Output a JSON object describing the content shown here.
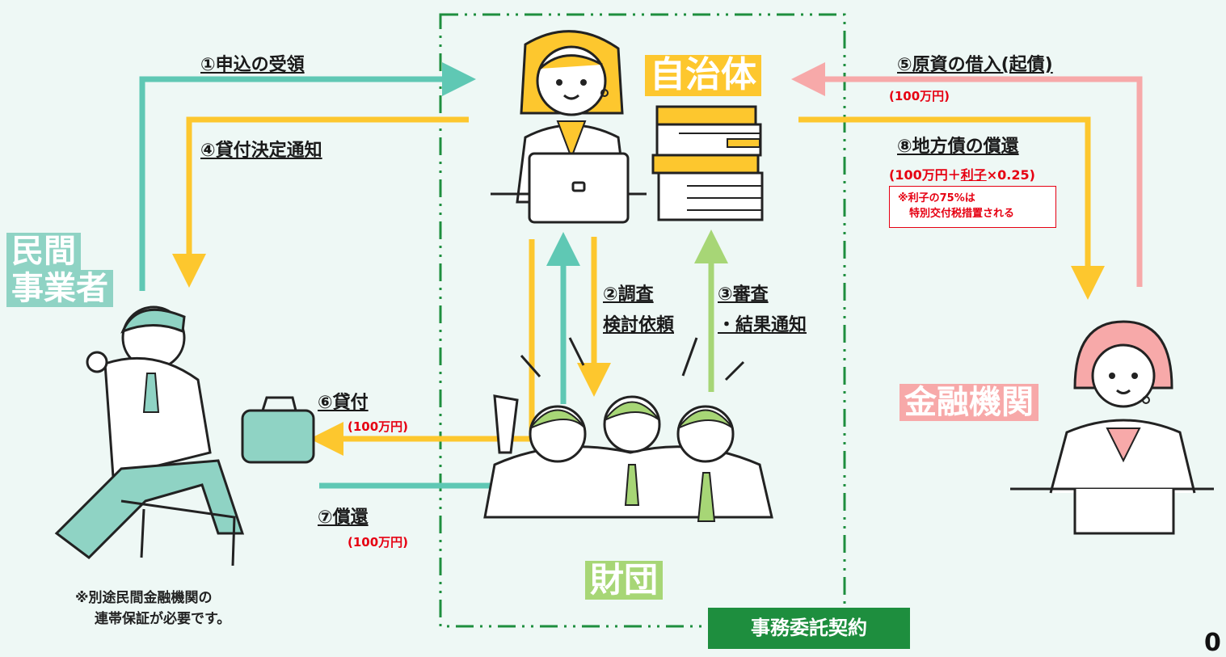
{
  "colors": {
    "background": "#eef8f5",
    "teal": "#5fc8b4",
    "yellow": "#fdc72e",
    "pink": "#f7a9a9",
    "light_green": "#a7d676",
    "frame_green": "#1e8e3e",
    "red_text": "#e60012"
  },
  "entities": {
    "municipality": "自治体",
    "private_business": [
      "民間",
      "事業者"
    ],
    "financial_institution": "金融機関",
    "foundation": "財団"
  },
  "steps": {
    "s1": "①申込の受領",
    "s2": [
      "②調査",
      "検討依頼"
    ],
    "s3": [
      "③審査",
      "・結果通知"
    ],
    "s4": "④貸付決定通知",
    "s5": "⑤原資の借入(起債)",
    "s5_amount": "(100万円)",
    "s6": "⑥貸付",
    "s6_amount": "(100万円)",
    "s7": "⑦償還",
    "s7_amount": "(100万円)",
    "s8": "⑧地方債の償還",
    "s8_amount_a": "(100万円＋",
    "s8_amount_b": "利子",
    "s8_amount_c": "×0.25)"
  },
  "notes": {
    "interest": [
      "※利子の75%は",
      "特別交付税措置される"
    ],
    "guarantee": [
      "※別途民間金融機関の",
      "連帯保証が必要です。"
    ]
  },
  "contract_label": "事務委託契約",
  "page_number": "0",
  "icons": [
    "municipal-worker-icon",
    "book-stack-icon",
    "laptop-icon",
    "businessman-running-icon",
    "briefcase-icon",
    "hurdle-icon",
    "foundation-staff-icon",
    "bank-clerk-icon"
  ]
}
